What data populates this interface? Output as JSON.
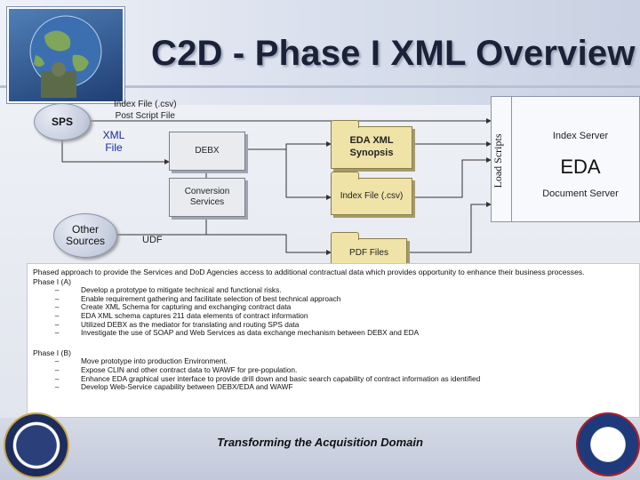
{
  "header": {
    "title": "C2D - Phase I XML Overview"
  },
  "diagram": {
    "sps": "SPS",
    "other_sources": "Other Sources",
    "xml_file": "XML File",
    "index_file_csv_postscript": [
      "Index File (.csv)",
      "Post Script File"
    ],
    "debx": "DEBX",
    "conversion_services": "Conversion Services",
    "eda_xml_synopsis": "EDA XML Synopsis",
    "index_file_csv": "Index File (.csv)",
    "pdf_files": "PDF Files",
    "udf": "UDF",
    "load_scripts": "Load Scripts",
    "index_server": "Index Server",
    "eda": "EDA",
    "document_server": "Document Server"
  },
  "text": {
    "intro": "Phased approach to provide the Services and DoD Agencies access to additional contractual data which provides opportunity to enhance their business processes.",
    "phase1a_label": "Phase I (A)",
    "phase1a_items": [
      "Develop a prototype to mitigate technical and functional risks.",
      "Enable requirement gathering and facilitate selection of best technical approach",
      "Create XML Schema for capturing and exchanging contract data",
      "EDA XML schema captures 211 data elements of contract information",
      "Utilized DEBX as the mediator for translating and routing SPS data",
      "Investigate the use of SOAP and Web Services as data exchange mechanism between DEBX and EDA"
    ],
    "phase1b_label": "Phase I (B)",
    "phase1b_items": [
      "Move prototype into production Environment.",
      "Expose CLIN and other contract data to WAWF for pre-population.",
      "Enhance EDA graphical user interface to provide drill down and basic search capability of contract information as identified",
      "Develop Web-Service capability between DEBX/EDA and WAWF"
    ],
    "bullet_marker": "–"
  },
  "footer": {
    "tagline": "Transforming the Acquisition Domain"
  }
}
